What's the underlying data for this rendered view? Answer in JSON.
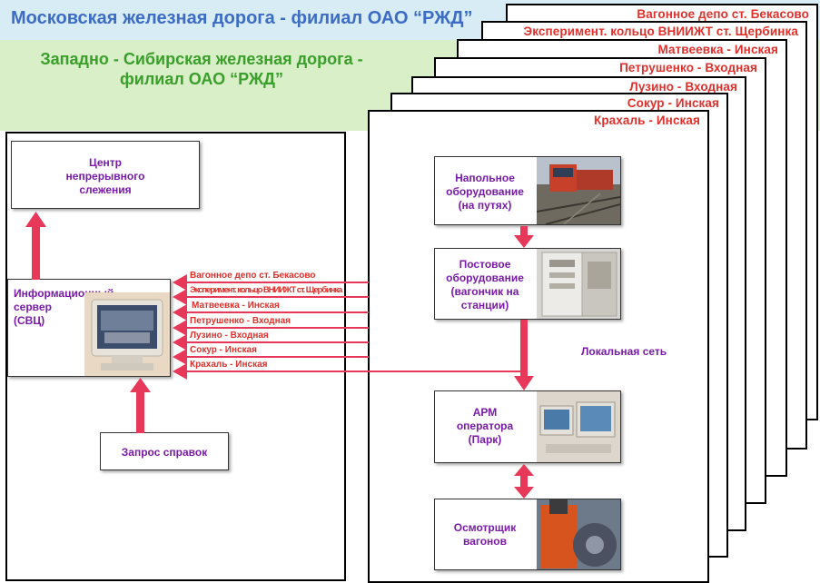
{
  "header": {
    "title_moscow": "Московская железная дорога - филиал ОАО “РЖД”",
    "title_west_siberian_line1": "Западно - Сибирская железная дорога -",
    "title_west_siberian_line2": "филиал ОАО “РЖД”"
  },
  "stations": [
    "Вагонное депо ст. Бекасово",
    "Эксперимент. кольцо ВНИИЖТ ст. Щербинка",
    "Матвеевка - Инская",
    "Петрушенко - Входная",
    "Лузино - Входная",
    "Сокур - Инская",
    "Крахаль - Инская"
  ],
  "center": {
    "monitoring_center_line1": "Центр",
    "monitoring_center_line2": "непрерывного",
    "monitoring_center_line3": "слежения",
    "info_server_line1": "Информационный",
    "info_server_line2": "сервер",
    "info_server_line3": "(СВЦ)",
    "request_label": "Запрос справок"
  },
  "station_process": {
    "floor_equipment_line1": "Напольное",
    "floor_equipment_line2": "оборудование",
    "floor_equipment_line3": "(на путях)",
    "post_equipment_line1": "Постовое",
    "post_equipment_line2": "оборудование",
    "post_equipment_line3": "(вагончик на",
    "post_equipment_line4": "станции)",
    "operator_line1": "АРМ",
    "operator_line2": "оператора",
    "operator_line3": "(Парк)",
    "inspector_line1": "Осмотрщик",
    "inspector_line2": "вагонов",
    "lan_label": "Локальная сеть"
  },
  "colors": {
    "arrow": "#e8385a",
    "station_text": "#e0302c",
    "box_text": "#7a1aa8",
    "title_blue": "#3c6cc4",
    "title_green": "#3a9e2a"
  }
}
